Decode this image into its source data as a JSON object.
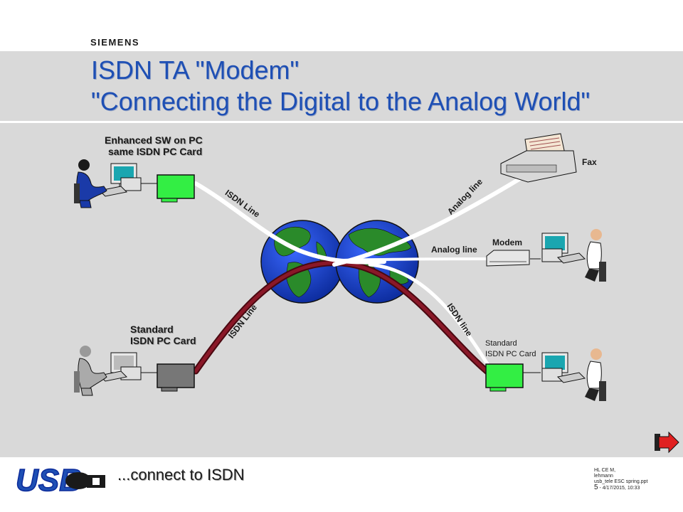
{
  "brand": "SIEMENS",
  "title": {
    "line1": "ISDN TA \"Modem\"",
    "line2": "\"Connecting the Digital to the Analog World\""
  },
  "nodes": {
    "enhanced_pc": {
      "line1": "Enhanced SW on PC",
      "line2": "same ISDN PC Card"
    },
    "standard_pc": {
      "line1": "Standard",
      "line2": "ISDN PC Card"
    },
    "fax": "Fax",
    "modem": "Modem",
    "standard_right": {
      "line1": "Standard",
      "line2": "ISDN PC Card"
    }
  },
  "links": {
    "isdn_top_left": "ISDN Line",
    "isdn_bottom_left": "ISDN Line",
    "analog_fax": "Analog line",
    "analog_modem": "Analog line",
    "isdn_right": "ISDN line"
  },
  "footer": {
    "tagline": "...connect to ISDN",
    "logo_text": "USB",
    "meta": {
      "line1": "HL CE M,",
      "line2": "lehmann",
      "line3": "usb_tele  ESC spring.ppt",
      "page": "5",
      "date": "- 4/17/2015,  10:33"
    }
  },
  "icons": [
    "person-at-computer-icon",
    "isdn-card-icon",
    "globe-icon",
    "fax-machine-icon",
    "modem-icon",
    "next-arrow-icon",
    "usb-logo"
  ],
  "colors": {
    "title": "#1e4fb4",
    "panel": "#d9d9d9",
    "card_active": "#33ee44",
    "card_standard": "#777777",
    "isdn_red_line": "#7a1020",
    "white_line": "#ffffff",
    "ocean": "#1840c8",
    "land": "#2a8a2a"
  }
}
